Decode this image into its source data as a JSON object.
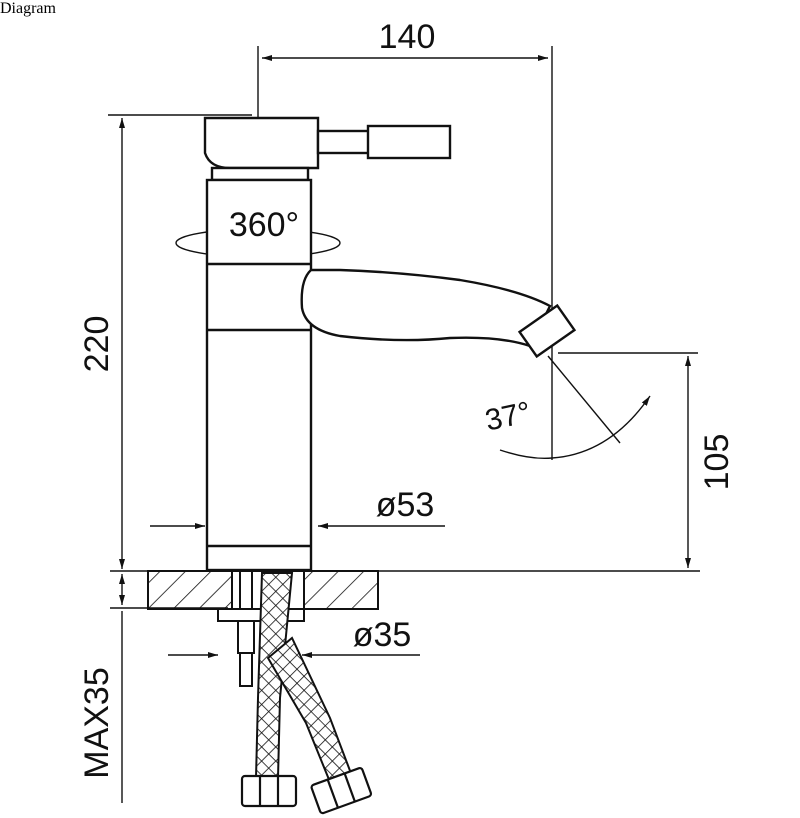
{
  "drawing": {
    "line_color": "#111111",
    "background": "#ffffff",
    "dimensions": {
      "width": "140",
      "height": "220",
      "spout_height": "105",
      "rotation": "360°",
      "spout_angle": "37°",
      "body_diameter": "ø53",
      "shank_diameter": "ø35",
      "max_thickness": "MAX35"
    }
  }
}
